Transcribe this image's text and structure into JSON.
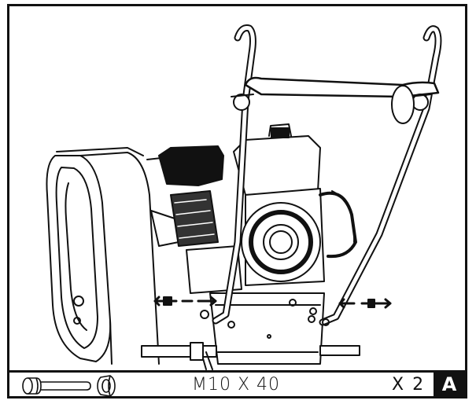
{
  "figure": {
    "icons": [
      "engine-drawing",
      "handle-assembly-drawing",
      "bolt-icon",
      "nut-icon"
    ]
  },
  "hardware": {
    "spec": "M10 X 40",
    "quantity": "X 2"
  },
  "step": {
    "label": "A"
  }
}
